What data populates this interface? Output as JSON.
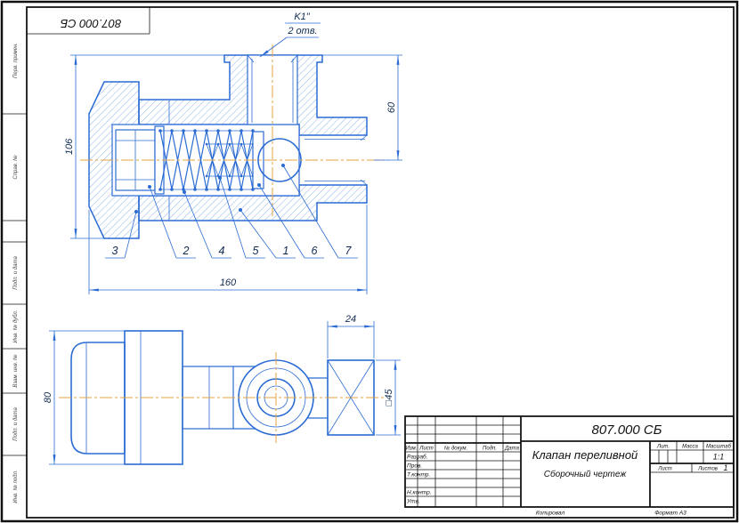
{
  "sheet": {
    "doc_number_stamp": "807.000 СБ",
    "copied_label": "Копировал",
    "format_label": "Формат А3"
  },
  "margin_labels": {
    "perv_primen": "Перв. примен.",
    "sprav_no": "Справ. №",
    "podp_data_1": "Подп. и дата",
    "inv_dubl": "Инв. № дубл.",
    "vzam_inv": "Взам. инв. №",
    "podp_data_2": "Подп. и дата",
    "inv_podl": "Инв. № подл."
  },
  "main_view": {
    "thread_callout": "K1\"",
    "holes_note": "2 отв.",
    "dim_overall_height": "106",
    "dim_overall_length": "160",
    "dim_port_height": "60",
    "part_numbers": [
      "3",
      "2",
      "4",
      "5",
      "1",
      "6",
      "7"
    ]
  },
  "side_view": {
    "dim_height": "80",
    "dim_flange_thickness": "24",
    "dim_square": "□45"
  },
  "title_block": {
    "doc_number": "807.000 СБ",
    "title": "Клапан переливной",
    "subtitle": "Сборочный чертеж",
    "col_izm": "Изм.",
    "col_list": "Лист",
    "col_doc": "№ докум.",
    "col_podp": "Подп.",
    "col_data": "Дата",
    "row_razrab": "Разраб.",
    "row_prov": "Пров.",
    "row_tkontr": "Т.контр.",
    "row_nkontr": "Н.контр.",
    "row_utv": "Утв.",
    "lit_label": "Лит.",
    "massa_label": "Масса",
    "masshtab_label": "Масштаб",
    "masshtab_value": "1:1",
    "list_label": "Лист",
    "listov_label": "Листов",
    "listov_value": "1"
  }
}
